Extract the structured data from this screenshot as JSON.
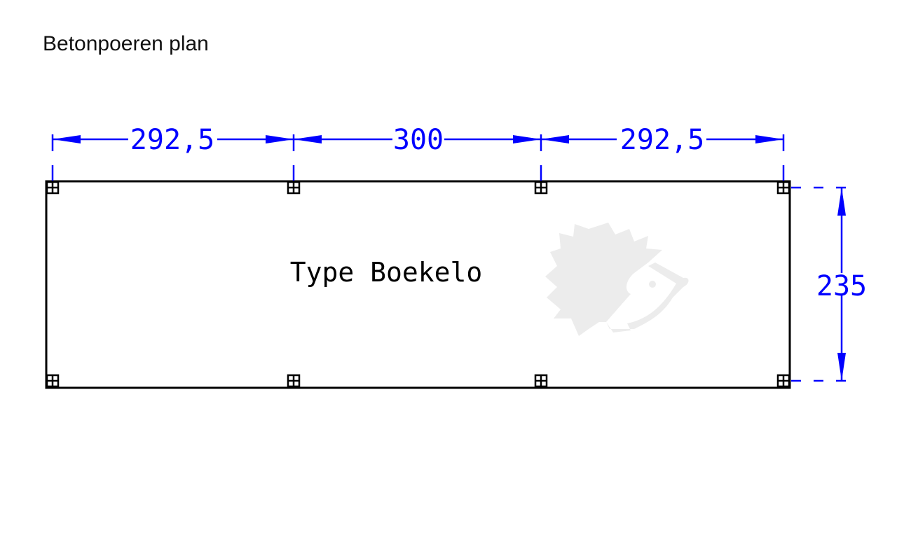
{
  "title": "Betonpoeren plan",
  "plan": {
    "type_label": "Type Boekelo",
    "dimensions": {
      "horizontal": [
        "292,5",
        "300",
        "292,5"
      ],
      "vertical": "235"
    },
    "post_count": 8
  },
  "colors": {
    "dimension": "#0000ff",
    "outline": "#000000",
    "watermark": "#ececec"
  }
}
